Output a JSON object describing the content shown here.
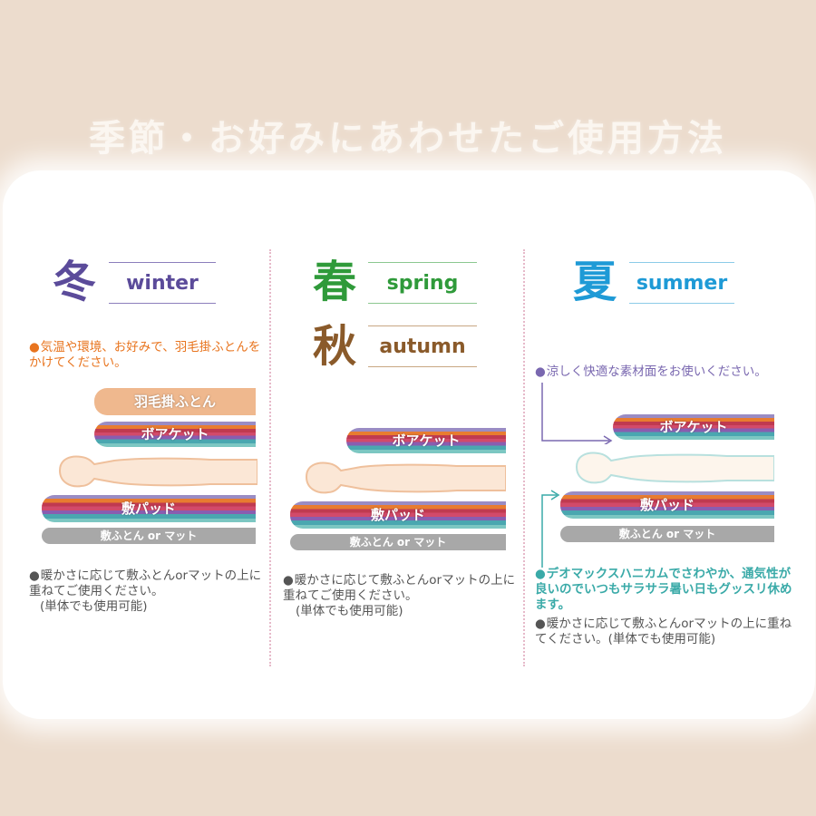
{
  "title": "季節・お好みにあわせたご使用方法",
  "colors": {
    "winter": "#5b4b9a",
    "spring": "#2f9a3a",
    "autumn": "#8a5a2a",
    "summer": "#1e9ad6",
    "orange_note": "#e8741e",
    "purple_note": "#7a68b0",
    "teal_note": "#3aaaa8",
    "gray_note": "#555555"
  },
  "winter": {
    "kanji": "冬",
    "label": "winter",
    "top_note": "気温や環境、お好みで、羽毛掛ふとんをかけてください。",
    "layers": {
      "down": "羽毛掛ふとん",
      "blanket": "ボアケット",
      "pad": "敷パッド",
      "mat": "敷ふとん or マット"
    },
    "bottom_note": "暖かさに応じて敷ふとんorマットの上に重ねてご使用ください。",
    "bottom_note2": "(単体でも使用可能)"
  },
  "springautumn": {
    "kanji_spring": "春",
    "label_spring": "spring",
    "kanji_autumn": "秋",
    "label_autumn": "autumn",
    "layers": {
      "blanket": "ボアケット",
      "pad": "敷パッド",
      "mat": "敷ふとん or マット"
    },
    "bottom_note": "暖かさに応じて敷ふとんorマットの上に重ねてご使用ください。",
    "bottom_note2": "(単体でも使用可能)"
  },
  "summer": {
    "kanji": "夏",
    "label": "summer",
    "top_note": "涼しく快適な素材面をお使いください。",
    "layers": {
      "blanket": "ボアケット",
      "pad": "敷パッド",
      "mat": "敷ふとん or マット"
    },
    "note1": "デオマックスハニカムでさわやか、通気性が良いのでいつもサラサラ暑い日もグッスリ休めます。",
    "note2": "暖かさに応じて敷ふとんorマットの上に重ねてください。(単体でも使用可能)"
  }
}
